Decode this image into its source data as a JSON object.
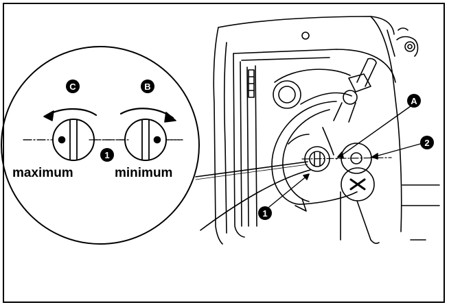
{
  "labels": {
    "max": "maximum",
    "min": "minimum",
    "badge_c": "C",
    "badge_b": "B",
    "badge_1_inset": "1",
    "badge_a": "A",
    "badge_2": "2",
    "badge_1_main": "1"
  },
  "colors": {
    "line": "#000000",
    "background": "#ffffff"
  },
  "icons": [
    "screw-slot-icon",
    "phillips-screw-icon",
    "rotation-arrow-icon"
  ]
}
